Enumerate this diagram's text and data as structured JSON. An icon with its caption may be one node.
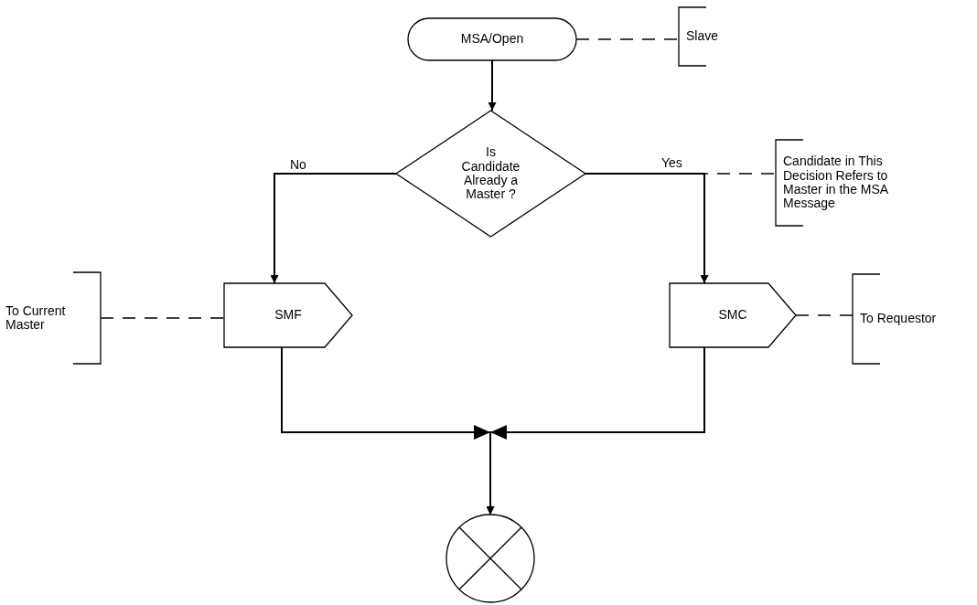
{
  "diagram": {
    "nodes": [
      {
        "text": [
          "MSA/Open"
        ]
      },
      {
        "text": [
          "Slave"
        ]
      },
      {
        "text": [
          "Is Candidate Already a Master ?"
        ]
      },
      {
        "text": [
          "Candidate in This Decision Refers to Master in the MSA Message"
        ]
      },
      {
        "text": [
          "To Current Master"
        ]
      },
      {
        "text": [
          "SMF"
        ]
      },
      {
        "text": [
          "SMC"
        ]
      },
      {
        "text": [
          "To Requestor"
        ]
      },
      {
        "text": [],
        "shape": "circle"
      }
    ],
    "edges": [
      {
        "from": 0,
        "to": 2,
        "arrow": "to"
      },
      {
        "from": 0,
        "to": 1,
        "arrow": "none",
        "style": "dashed"
      },
      {
        "from": 2,
        "to": 5,
        "arrow": "to",
        "label": "No"
      },
      {
        "from": 2,
        "to": 6,
        "arrow": "to",
        "label": "Yes"
      },
      {
        "from": 2,
        "to": 3,
        "arrow": "none",
        "style": "dashed"
      },
      {
        "from": 4,
        "to": 5,
        "arrow": "none",
        "style": "dashed"
      },
      {
        "from": 6,
        "to": 7,
        "arrow": "none",
        "style": "dashed"
      },
      {
        "from": 5,
        "to": 8,
        "arrow": "to"
      },
      {
        "from": 6,
        "to": 8,
        "arrow": "to"
      }
    ]
  }
}
